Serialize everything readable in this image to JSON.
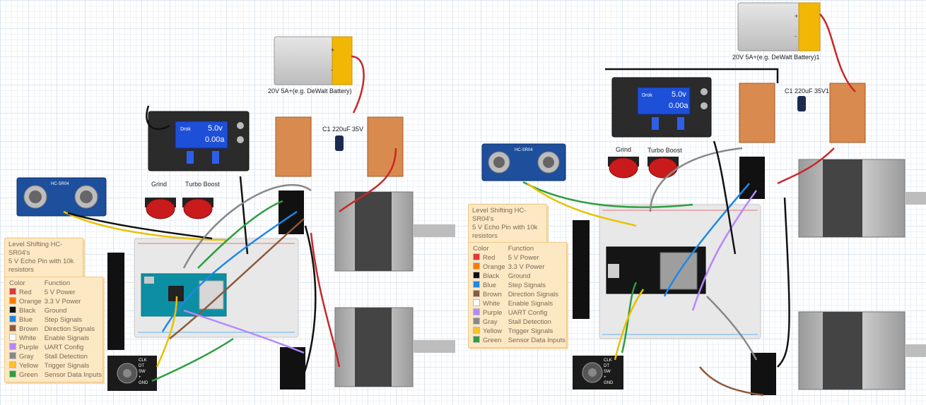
{
  "left": {
    "battery_label": "20V 5A+(e.g. DeWalt Battery)",
    "cap_label": "C1 220uF 35V",
    "buttons": [
      "Grind",
      "Turbo Boost"
    ],
    "note": "Level Shifting HC-SR04's\n5 V Echo Pin with 10k\nresistors",
    "sensor_label": "HC-SR04",
    "converter": {
      "brand": "Drok",
      "volt": "5.0v",
      "amp": "0.00a"
    }
  },
  "right": {
    "battery_label": "20V 5A+(e.g. DeWalt Battery)1",
    "cap_label": "C1 220uF 35V1",
    "buttons": [
      "Grind",
      "Turbo Boost"
    ],
    "note": "Level Shifting HC-SR04's\n5 V Echo Pin with 10k\nresistors",
    "sensor_label": "HC-SR04",
    "converter": {
      "brand": "Drok",
      "volt": "5.0v",
      "amp": "0.00a"
    }
  },
  "encoder_pins": [
    "CLK",
    "DT",
    "SW",
    "+",
    "GND"
  ],
  "legend": {
    "header": [
      "Color",
      "Function"
    ],
    "rows": [
      {
        "color": "Red",
        "swatch": "#e53935",
        "fn": "5 V Power"
      },
      {
        "color": "Orange",
        "swatch": "#f57c00",
        "fn": "3.3 V Power"
      },
      {
        "color": "Black",
        "swatch": "#111111",
        "fn": "Ground"
      },
      {
        "color": "Blue",
        "swatch": "#1e88e5",
        "fn": "Step Signals"
      },
      {
        "color": "Brown",
        "swatch": "#8d5a3b",
        "fn": "Direction Signals"
      },
      {
        "color": "White",
        "swatch": "#ffffff",
        "fn": "Enable Signals"
      },
      {
        "color": "Purple",
        "swatch": "#b388ff",
        "fn": "UART Config"
      },
      {
        "color": "Gray",
        "swatch": "#888888",
        "fn": "Stall Detection"
      },
      {
        "color": "Yellow",
        "swatch": "#fbc02d",
        "fn": "Trigger Signals"
      },
      {
        "color": "Green",
        "swatch": "#2e9e3e",
        "fn": "Sensor Data Inputs"
      }
    ]
  }
}
